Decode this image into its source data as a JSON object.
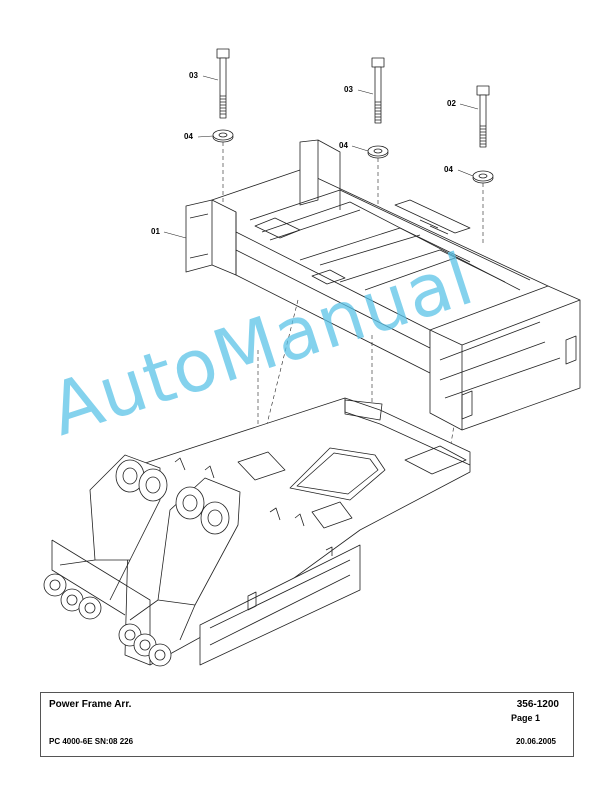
{
  "callouts": {
    "bolt_left": "03",
    "bolt_middle": "03",
    "bolt_right": "02",
    "washer_left": "04",
    "washer_middle": "04",
    "washer_right": "04",
    "frame": "01"
  },
  "watermark": "AutoManual",
  "title_block": {
    "title": "Power Frame Arr.",
    "number": "356-1200",
    "page": "Page 1",
    "model": "PC 4000-6E SN:08 226",
    "date": "20.06.2005"
  }
}
